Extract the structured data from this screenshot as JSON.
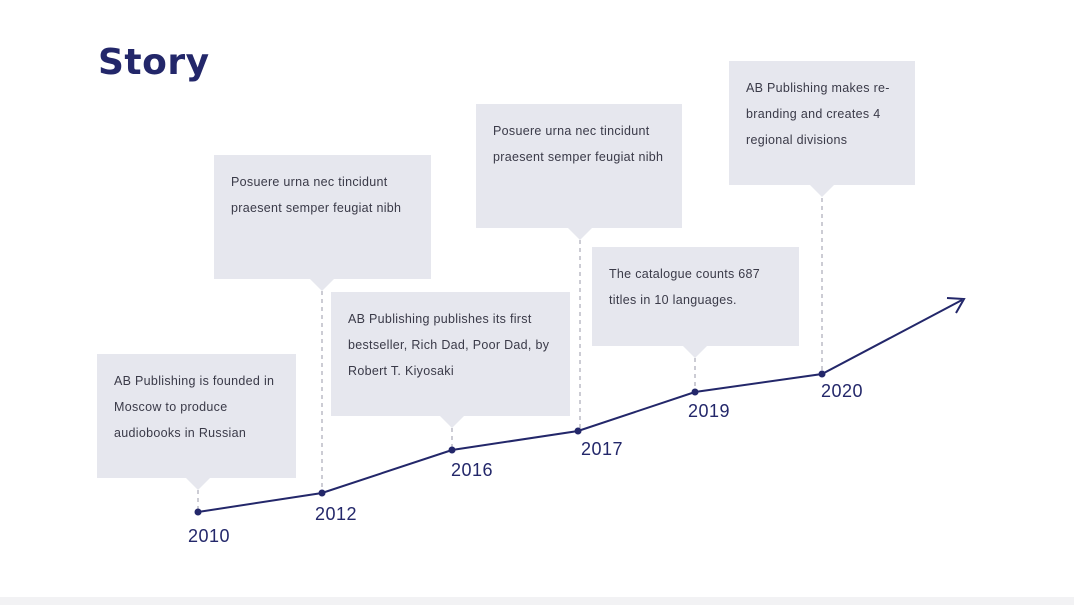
{
  "title": "Story",
  "colors": {
    "accent": "#23276a",
    "card": "#e6e7ee",
    "text": "#3a3a48"
  },
  "milestones": [
    {
      "year": "2010",
      "text": "AB Publishing is founded in Moscow to produce audiobooks in Russian"
    },
    {
      "year": "2012",
      "text": "Posuere urna nec tincidunt praesent semper feugiat nibh"
    },
    {
      "year": "2016",
      "text": "AB Publishing publishes its first bestseller, Rich Dad, Poor Dad, by Robert T. Kiyosaki"
    },
    {
      "year": "2017",
      "text": "Posuere urna nec tincidunt praesent semper feugiat nibh"
    },
    {
      "year": "2019",
      "text": "The catalogue counts 687 titles in 10 languages."
    },
    {
      "year": "2020",
      "text": "AB Publishing makes re-branding and creates 4 regional divisions"
    }
  ]
}
